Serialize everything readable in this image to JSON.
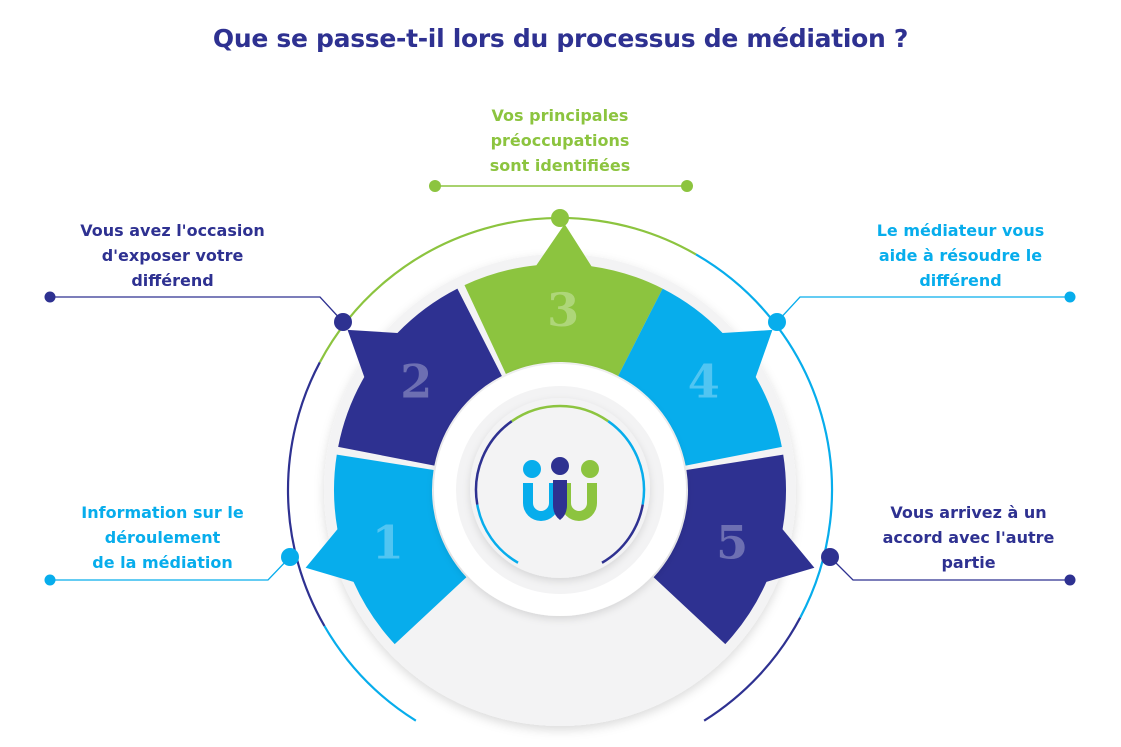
{
  "title": "Que se passe-t-il lors du processus de médiation ?",
  "colors": {
    "navy": "#2e3191",
    "sky": "#07adec",
    "green": "#8cc43f",
    "grey": "#f3f3f4"
  },
  "steps": [
    {
      "number": "1",
      "text": "Information sur le déroulement de la médiation",
      "lines": [
        "Information sur le",
        "déroulement",
        "de la médiation"
      ],
      "color": "sky"
    },
    {
      "number": "2",
      "text": "Vous avez l'occasion d'exposer votre différend",
      "lines": [
        "Vous avez l'occasion",
        "d'exposer votre",
        "différend"
      ],
      "color": "navy"
    },
    {
      "number": "3",
      "text": "Vos principales préoccupations sont identifiées",
      "lines": [
        "Vos principales",
        "préoccupations",
        "sont identifiées"
      ],
      "color": "green"
    },
    {
      "number": "4",
      "text": "Le médiateur vous aide à résoudre le différend",
      "lines": [
        "Le médiateur vous",
        "aide à résoudre le",
        "différend"
      ],
      "color": "sky"
    },
    {
      "number": "5",
      "text": "Vous arrivez à un accord avec l'autre partie",
      "lines": [
        "Vous arrivez à un",
        "accord avec l'autre",
        "partie"
      ],
      "color": "navy"
    }
  ],
  "logo": {
    "icon": "three-people-logo-icon"
  }
}
